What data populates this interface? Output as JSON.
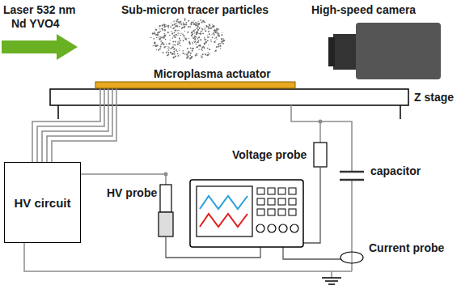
{
  "diagram": {
    "nodes": [
      {
        "text": [
          "HV circuit"
        ]
      }
    ],
    "labels": [
      "Laser 532 nm",
      "Nd YVO4",
      "Sub-micron tracer particles",
      "High-speed camera",
      "Microplasma actuator",
      "Z stage",
      "Voltage probe",
      "capacitor",
      "HV probe",
      "Current probe"
    ]
  }
}
